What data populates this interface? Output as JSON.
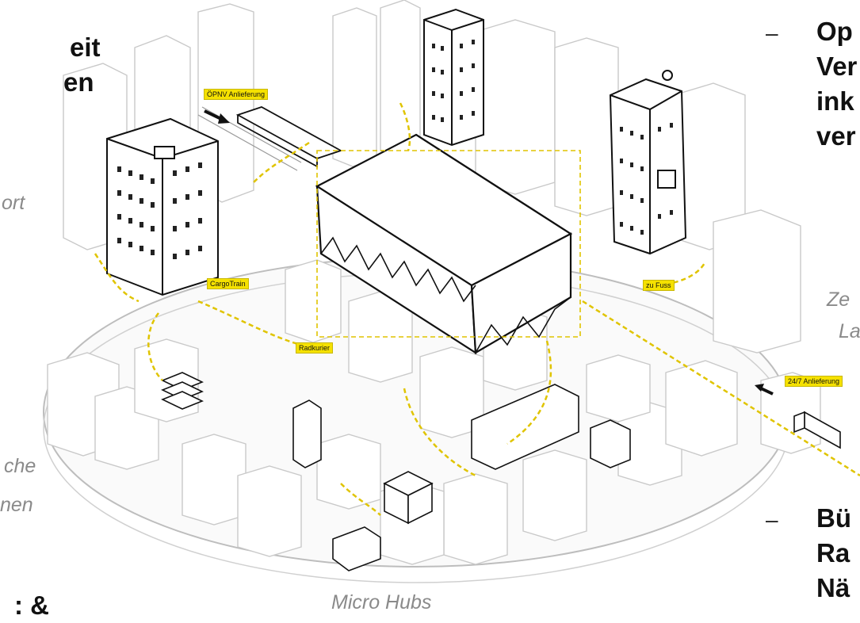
{
  "left_text": {
    "line1": "eit",
    "line2": "en",
    "italic1": "ort",
    "italic2": "che",
    "italic3": "nen",
    "bottom": ": &"
  },
  "right_text": {
    "bullet1": [
      "Op",
      "Ver",
      "ink",
      "ver"
    ],
    "italic1": "Ze",
    "italic2": "La",
    "bullet2": [
      "Bü",
      "Ra",
      "Nä"
    ],
    "dash": "–"
  },
  "caption": "Micro Hubs",
  "tags": {
    "oepnv": "ÖPNV Anlieferung",
    "cargotrain": "CargoTrain",
    "radkurier": "Radkurier",
    "zufuss": "zu Fuss",
    "anlieferung247": "24/7 Anlieferung"
  },
  "colors": {
    "accent": "#f5e100",
    "route": "#e0c400",
    "line": "#111111",
    "ghost": "#c8c8c8"
  }
}
